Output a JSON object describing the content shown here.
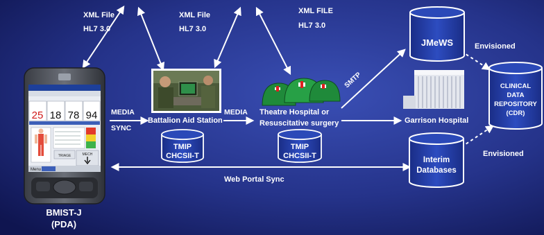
{
  "labels": {
    "xml_file_1": "XML File",
    "hl7_1": "HL7 3.0",
    "xml_file_2": "XML File",
    "hl7_2": "HL7 3.0",
    "xml_file_3": "XML FILE",
    "hl7_3": "HL7 3.0",
    "media_sync_1": "MEDIA",
    "media_sync_2": "SYNC",
    "media": "MEDIA",
    "battalion": "Battalion Aid Station",
    "theatre_1": "Theatre Hospital or",
    "theatre_2": "Resuscitative surgery",
    "smtp": "SMTP",
    "garrison": "Garrison Hospital",
    "envisioned_top": "Envisioned",
    "envisioned_bottom": "Envisioned",
    "web_portal": "Web Portal Sync",
    "pda_1": "BMIST-J",
    "pda_2": "(PDA)"
  },
  "databases": {
    "tmip1_a": "TMIP",
    "tmip1_b": "CHCSII-T",
    "tmip2_a": "TMIP",
    "tmip2_b": "CHCSII-T",
    "jmews": "JMeWS",
    "interim_a": "Interim",
    "interim_b": "Databases",
    "cdr_1": "CLINICAL",
    "cdr_2": "DATA",
    "cdr_3": "REPOSITORY",
    "cdr_4": "(CDR)"
  },
  "pda": {
    "vitals": [
      "25",
      "18",
      "78",
      "94"
    ],
    "button_left": "TRIAGE",
    "button_right": "MECH",
    "menu": "Menu"
  },
  "colors": {
    "bg_dark": "#141c5c",
    "bg_mid": "#2e3f9c",
    "db_fill": "#233fa0",
    "text": "#ffffff",
    "arrow": "#ffffff"
  }
}
